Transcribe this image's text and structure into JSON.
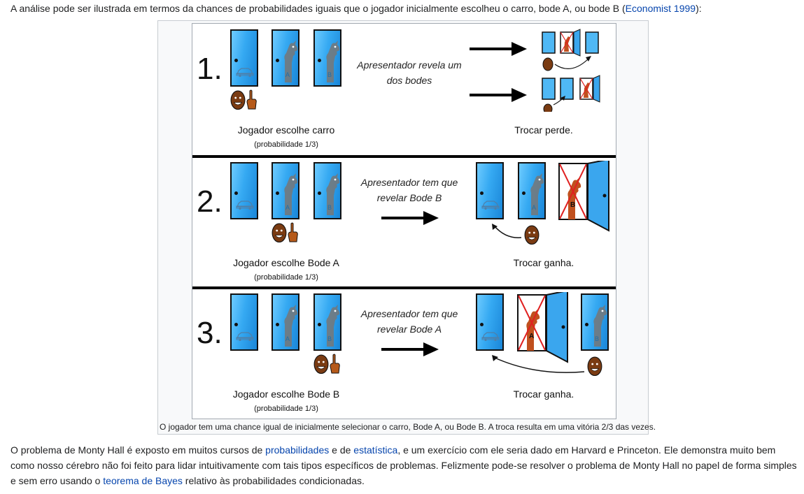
{
  "intro": {
    "before": "A análise pode ser ilustrada em termos da chances de probabilidades iguais que o jogador inicialmente escolheu o carro, bode A, ou bode B (",
    "link": "Economist 1999",
    "after": "):"
  },
  "scenarios": [
    {
      "num": "1.",
      "choice": "Jogador escolhe carro",
      "prob": "(probabilidade 1/3)",
      "host": "Apresentador revela um dos bodes",
      "result": "Trocar perde."
    },
    {
      "num": "2.",
      "choice": "Jogador escolhe Bode A",
      "prob": "(probabilidade 1/3)",
      "host": "Apresentador tem que revelar Bode B",
      "result": "Trocar ganha."
    },
    {
      "num": "3.",
      "choice": "Jogador escolhe Bode B",
      "prob": "(probabilidade 1/3)",
      "host": "Apresentador tem que revelar Bode A",
      "result": "Trocar ganha."
    }
  ],
  "door_letters": {
    "a": "A",
    "b": "B"
  },
  "caption": "O jogador tem uma chance igual de inicialmente selecionar o carro, Bode A, ou Bode B. A troca resulta em uma vitória 2/3 das vezes.",
  "paragraph": {
    "t1": "O problema de Monty Hall é exposto em muitos cursos de ",
    "l1": "probabilidades",
    "t2": " e de ",
    "l2": "estatística",
    "t3": ", e um exercício com ele seria dado em Harvard e Princeton. Ele demonstra muito bem como nosso cérebro não foi feito para lidar intuitivamente com tais tipos específicos de problemas. Felizmente pode-se resolver o problema de Monty Hall no papel de forma simples e sem erro usando o ",
    "l3": "teorema de Bayes",
    "t4": " relativo às probabilidades condicionadas."
  },
  "colors": {
    "link": "#0645ad",
    "door": "#35a9f2",
    "goat_revealed": "#c0501e",
    "cross": "#e02020"
  }
}
